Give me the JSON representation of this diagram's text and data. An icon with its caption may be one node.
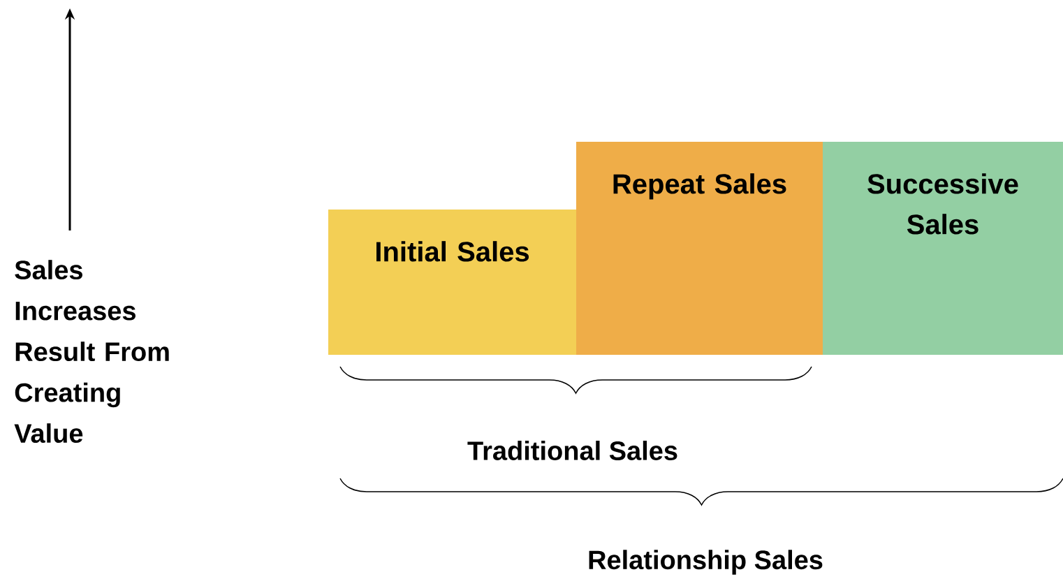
{
  "diagram": {
    "nodes": [
      {
        "text": [
          "Initial Sales"
        ]
      },
      {
        "text": [
          "Repeat Sales"
        ]
      },
      {
        "text": [
          "Successive Sales"
        ]
      }
    ],
    "labels": [
      "Sales Increases Result From Creating Value",
      "Traditional Sales",
      "Relationship Sales"
    ]
  }
}
